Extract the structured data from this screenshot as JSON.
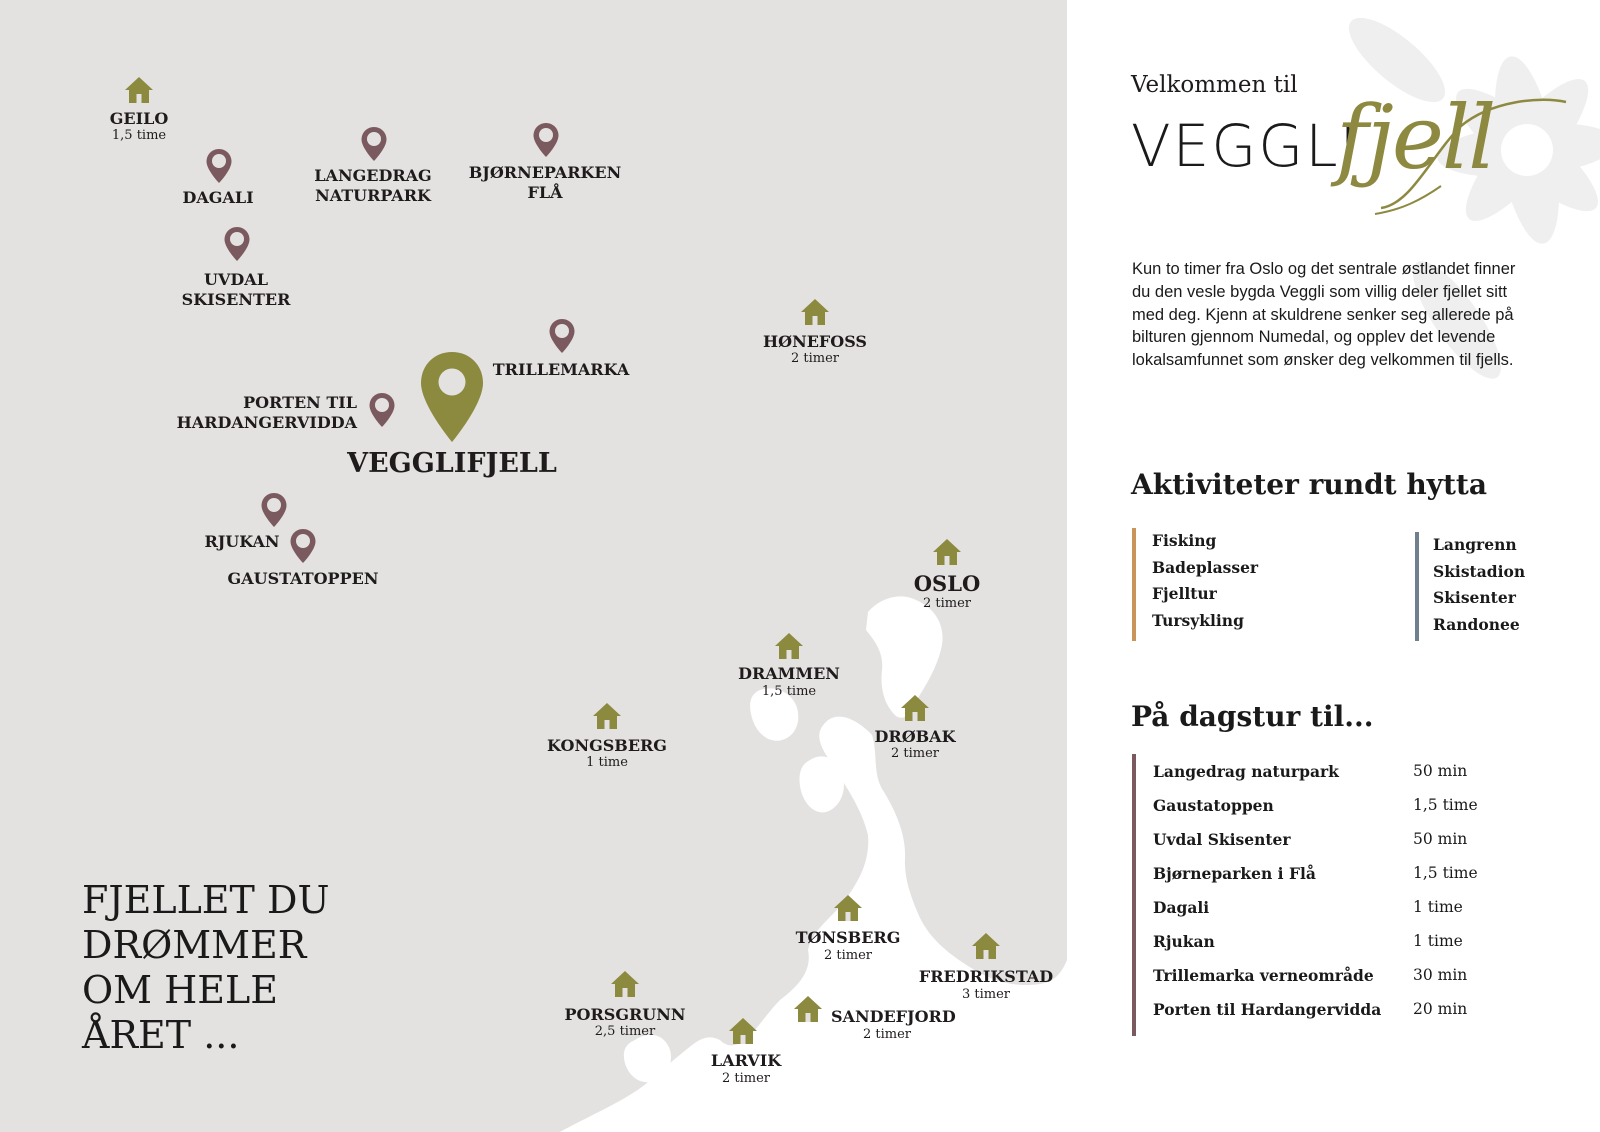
{
  "colors": {
    "olive": "#8b8a3f",
    "pin_brown": "#7b5a5f",
    "map_bg": "#e4e2e1",
    "water": "#ffffff",
    "summer_bar": "#c9955b",
    "winter_bar": "#6f7f8c",
    "trip_bar": "#7b5a5f"
  },
  "icons": {
    "town": "house-icon",
    "attraction": "map-pin-icon",
    "main": "large-map-pin-icon"
  },
  "map": {
    "main_place": {
      "name": "VEGGLIFJELL"
    },
    "towns": [
      {
        "name": "GEILO",
        "time": "1,5 time"
      },
      {
        "name": "HØNEFOSS",
        "time": "2 timer"
      },
      {
        "name": "OSLO",
        "time": "2 timer"
      },
      {
        "name": "DRAMMEN",
        "time": "1,5 time"
      },
      {
        "name": "DRØBAK",
        "time": "2 timer"
      },
      {
        "name": "KONGSBERG",
        "time": "1 time"
      },
      {
        "name": "TØNSBERG",
        "time": "2 timer"
      },
      {
        "name": "FREDRIKSTAD",
        "time": "3 timer"
      },
      {
        "name": "PORSGRUNN",
        "time": "2,5 timer"
      },
      {
        "name": "SANDEFJORD",
        "time": "2 timer"
      },
      {
        "name": "LARVIK",
        "time": "2 timer"
      }
    ],
    "attractions": [
      {
        "lines": [
          "DAGALI"
        ]
      },
      {
        "lines": [
          "LANGEDRAG",
          "NATURPARK"
        ]
      },
      {
        "lines": [
          "BJØRNEPARKEN",
          "FLÅ"
        ]
      },
      {
        "lines": [
          "UVDAL",
          "SKISENTER"
        ]
      },
      {
        "lines": [
          "TRILLEMARKA"
        ]
      },
      {
        "lines": [
          "PORTEN TIL",
          "HARDANGERVIDDA"
        ]
      },
      {
        "lines": [
          "RJUKAN"
        ]
      },
      {
        "lines": [
          "GAUSTATOPPEN"
        ]
      }
    ],
    "tagline": [
      "FJELLET DU",
      "DRØMMER",
      "OM HELE",
      "ÅRET ..."
    ]
  },
  "panel": {
    "welcome_pre": "Velkommen til",
    "brand_main": "VEGGLI",
    "brand_script": "fjell",
    "intro": "Kun to timer fra Oslo og det sentrale østlandet finner du den vesle bygda Veggli som villig deler fjellet sitt med deg. Kjenn at skuldrene senker seg allerede på bilturen gjennom Numedal, og opplev det levende lokalsamfunnet som ønsker deg velkommen til fjells.",
    "activities_title": "Aktiviteter rundt hytta",
    "summer_activities": [
      "Fisking",
      "Badeplasser",
      "Fjelltur",
      "Tursykling"
    ],
    "winter_activities": [
      "Langrenn",
      "Skistadion",
      "Skisenter",
      "Randonee"
    ],
    "daytrip_title": "På dagstur til...",
    "daytrips": [
      {
        "name": "Langedrag naturpark",
        "time": "50 min"
      },
      {
        "name": "Gaustatoppen",
        "time": "1,5 time"
      },
      {
        "name": "Uvdal Skisenter",
        "time": "50 min"
      },
      {
        "name": "Bjørneparken i Flå",
        "time": "1,5 time"
      },
      {
        "name": "Dagali",
        "time": "1 time"
      },
      {
        "name": "Rjukan",
        "time": "1 time"
      },
      {
        "name": "Trillemarka verneområde",
        "time": "30 min"
      },
      {
        "name": "Porten til Hardangervidda",
        "time": "20 min"
      }
    ]
  }
}
